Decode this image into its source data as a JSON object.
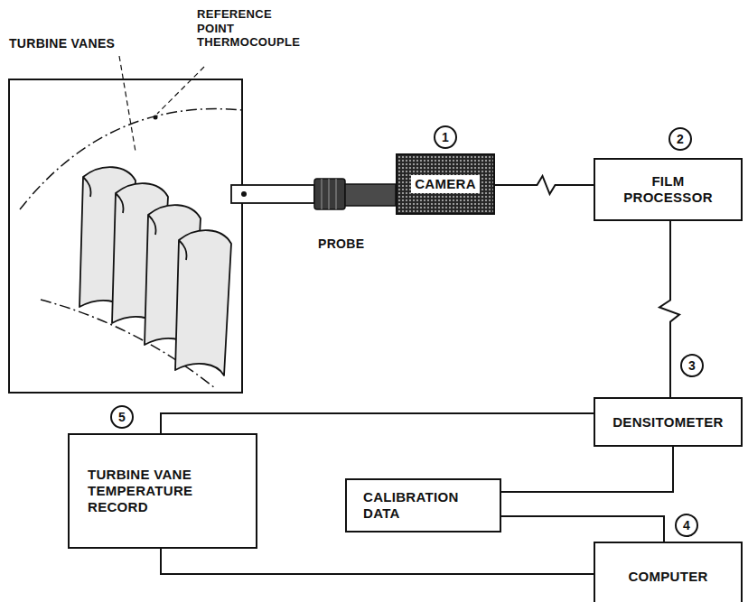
{
  "diagram": {
    "nodes": [
      {
        "text": [
          "CAMERA"
        ]
      },
      {
        "text": [
          "FILM PROCESSOR"
        ]
      },
      {
        "text": [
          "DENSITOMETER"
        ]
      },
      {
        "text": [
          "CALIBRATION DATA"
        ]
      },
      {
        "text": [
          "TURBINE VANE TEMPERATURE RECORD"
        ]
      },
      {
        "text": [
          "COMPUTER"
        ]
      }
    ],
    "edges": [
      {
        "from": 0,
        "to": 1,
        "arrow": "none"
      },
      {
        "from": 1,
        "to": 2,
        "arrow": "none"
      },
      {
        "from": 2,
        "to": 4,
        "arrow": "none"
      },
      {
        "from": 2,
        "to": 3,
        "arrow": "none"
      },
      {
        "from": 3,
        "to": 5,
        "arrow": "none"
      },
      {
        "from": 4,
        "to": 5,
        "arrow": "none"
      }
    ],
    "labels": [
      "TURBINE VANES",
      "REFERENCE POINT THERMOCOUPLE",
      "PROBE",
      "1",
      "2",
      "3",
      "4",
      "5"
    ]
  }
}
